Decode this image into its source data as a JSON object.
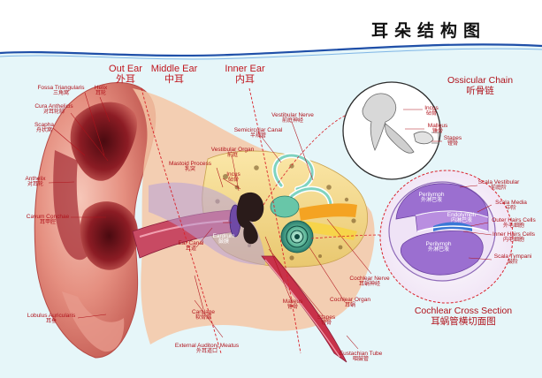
{
  "title": "耳朵结构图",
  "colors": {
    "background": "#e6f6f9",
    "header_band": "#ffffff",
    "accent_blue": "#1f4fa8",
    "label_red": "#b0121b",
    "ear_skin": "#e59a8a",
    "ear_dark": "#7a1620",
    "cochlea_purple": "#9b6fd0"
  },
  "headers": {
    "outer": {
      "en": "Out Ear",
      "zh": "外耳"
    },
    "middle": {
      "en": "Middle Ear",
      "zh": "中耳"
    },
    "inner": {
      "en": "Inner Ear",
      "zh": "内耳"
    }
  },
  "labels": {
    "fossa": {
      "en": "Fossa Triangularis",
      "zh": "三角窝"
    },
    "helix": {
      "en": "Helix",
      "zh": "耳轮"
    },
    "cura": {
      "en": "Cura Anthelicis",
      "zh": "对耳轮脚"
    },
    "scapha": {
      "en": "Scapha",
      "zh": "舟状窝"
    },
    "antihelix": {
      "en": "Anthelix",
      "zh": "对耳轮"
    },
    "concha": {
      "en": "Cavum Conchae",
      "zh": "耳甲腔"
    },
    "lobulus": {
      "en": "Lobulus Auricularis",
      "zh": "耳垂"
    },
    "mastoid": {
      "en": "Mastoid Process",
      "zh": "乳突"
    },
    "vestibular_organ": {
      "en": "Vestibular Organ",
      "zh": "前庭"
    },
    "incus": {
      "en": "Incus",
      "zh": "砧骨"
    },
    "semicircular": {
      "en": "Semicircular Canal",
      "zh": "半规管"
    },
    "vestibular_nerve": {
      "en": "Vestibular Nerve",
      "zh": "前庭神经"
    },
    "ear_canal": {
      "en": "Ear Canal",
      "zh": "耳道"
    },
    "eardrum": {
      "en": "Eardrum",
      "zh": "鼓膜"
    },
    "cartilage": {
      "en": "Cartilage",
      "zh": "软骨部"
    },
    "external_meatus": {
      "en": "External Auditory Meatus",
      "zh": "外耳道口"
    },
    "malleus": {
      "en": "Malleus",
      "zh": "锤骨"
    },
    "stapes": {
      "en": "Stapes",
      "zh": "镫骨"
    },
    "cochlear_organ": {
      "en": "Cochlear Organ",
      "zh": "耳蜗"
    },
    "cochlear_nerve": {
      "en": "Cochlear Nerve",
      "zh": "耳蜗神经"
    },
    "eustachian": {
      "en": "Eustachian Tube",
      "zh": "咽鼓管"
    }
  },
  "ossicular": {
    "title": {
      "en": "Ossicular Chain",
      "zh": "听骨链"
    },
    "incus": {
      "en": "Incus",
      "zh": "砧骨"
    },
    "malleus": {
      "en": "Malleus",
      "zh": "锤骨"
    },
    "stapes": {
      "en": "Stapes",
      "zh": "镫骨"
    }
  },
  "cochlea_section": {
    "title": {
      "en": "Cochlear Cross Section",
      "zh": "耳蜗管横切面图"
    },
    "perilymph_top": {
      "en": "Perilymph",
      "zh": "外淋巴液"
    },
    "endolymph": {
      "en": "Endolymph",
      "zh": "内淋巴液"
    },
    "perilymph_bottom": {
      "en": "Perilymph",
      "zh": "外淋巴液"
    },
    "scala_vestibuli": {
      "en": "Scala Vestibular",
      "zh": "前庭阶"
    },
    "scala_media": {
      "en": "Scala Media",
      "zh": "中阶"
    },
    "outer_hair": {
      "en": "Outer Hairs Cells",
      "zh": "外毛细胞"
    },
    "inner_hair": {
      "en": "Inner Hairs Cells",
      "zh": "内毛细胞"
    },
    "scala_tympani": {
      "en": "Scala Tympani",
      "zh": "鼓阶"
    }
  }
}
